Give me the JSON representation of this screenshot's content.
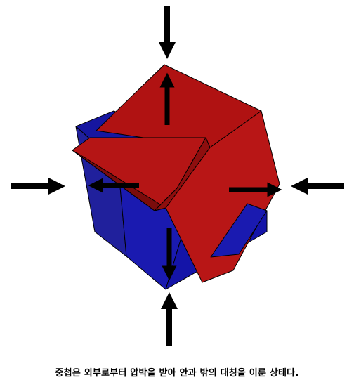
{
  "figure": {
    "caption": "중첩은 외부로부터 압박을 받아 안과 밖의 대칭을 이룬 상태다."
  },
  "colors": {
    "red": "#b01414",
    "red_light": "#c21a1a",
    "red_dark": "#7a0c0c",
    "blue": "#1a1aa6",
    "blue_dark": "#0c0c6e",
    "outline": "#000000",
    "arrow": "#000000"
  },
  "arrows": {
    "outer": [
      "down",
      "right",
      "left",
      "up"
    ],
    "inner": [
      "up",
      "left",
      "right",
      "down"
    ]
  }
}
